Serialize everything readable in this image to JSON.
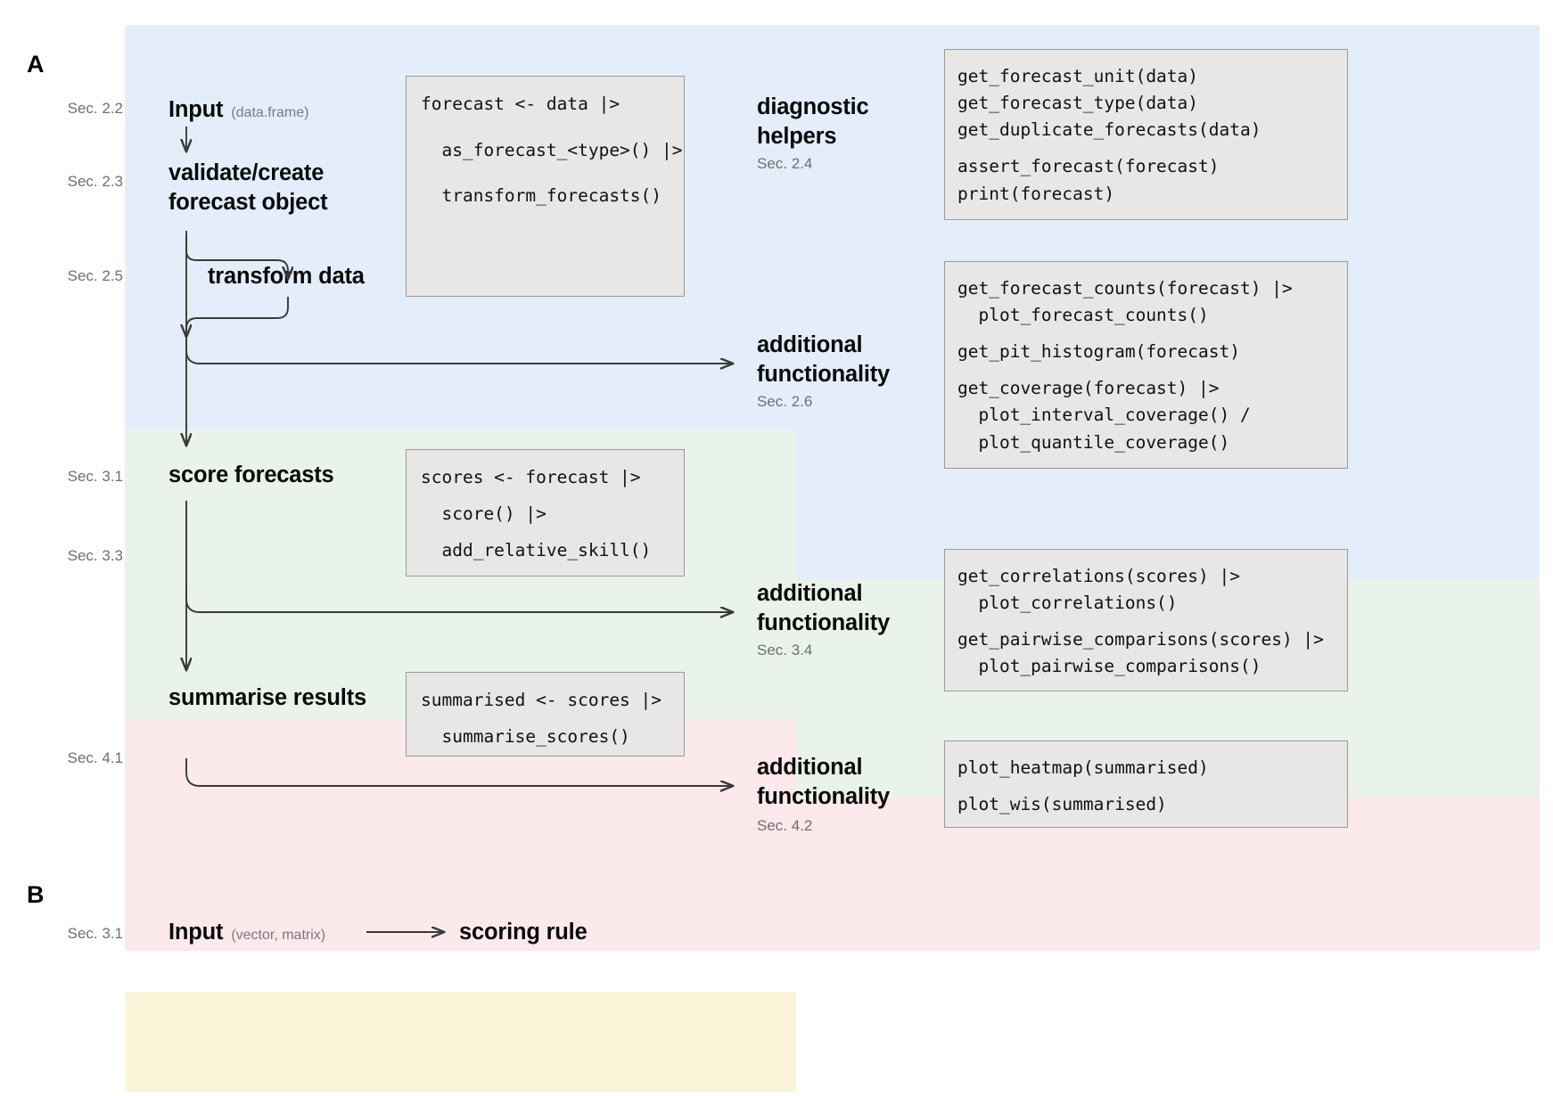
{
  "panels": {
    "a_letter": "A",
    "b_letter": "B"
  },
  "panelA": {
    "sec_labels": [
      {
        "text": "Sec. 2.2"
      },
      {
        "text": "Sec. 2.3"
      },
      {
        "text": "Sec. 2.5"
      },
      {
        "text": "Sec. 3.1"
      },
      {
        "text": "Sec. 3.3"
      },
      {
        "text": "Sec. 4.1"
      }
    ],
    "stages": {
      "input": {
        "label": "Input",
        "sub": "(data.frame)"
      },
      "validate": {
        "line1": "validate/create",
        "line2": "forecast object"
      },
      "transform": {
        "label": "transform data"
      },
      "score": {
        "label": "score forecasts"
      },
      "summarise": {
        "label": "summarise results"
      }
    },
    "side_headings": {
      "diagnostic": {
        "line1": "diagnostic",
        "line2": "helpers",
        "sec": "Sec. 2.4"
      },
      "additional_26": {
        "line1": "additional",
        "line2": "functionality",
        "sec": "Sec. 2.6"
      },
      "additional_34": {
        "line1": "additional",
        "line2": "functionality",
        "sec": "Sec. 3.4"
      },
      "additional_42": {
        "line1": "additional",
        "line2": "functionality",
        "sec": "Sec. 4.2"
      }
    },
    "code_blocks": {
      "pipeline_main": [
        "forecast <- data |>",
        "",
        "",
        "  as_forecast_<type>() |>",
        "",
        "",
        "  transform_forecasts()"
      ],
      "diagnostics": [
        "get_forecast_unit(data)",
        "get_forecast_type(data)",
        "get_duplicate_forecasts(data)",
        "",
        "assert_forecast(forecast)",
        "print(forecast)"
      ],
      "additional_26": [
        "get_forecast_counts(forecast) |>",
        "  plot_forecast_counts()",
        "",
        "get_pit_histogram(forecast)",
        "",
        "get_coverage(forecast) |>",
        "  plot_interval_coverage() /",
        "  plot_quantile_coverage()"
      ],
      "scoring": [
        "scores <- forecast |>",
        "",
        "  score() |>",
        "",
        "  add_relative_skill()"
      ],
      "additional_34": [
        "get_correlations(scores) |>",
        "  plot_correlations()",
        "",
        "get_pairwise_comparisons(scores) |>",
        "  plot_pairwise_comparisons()"
      ],
      "summarising": [
        "summarised <- scores |>",
        "",
        "  summarise_scores()"
      ],
      "additional_42": [
        "plot_heatmap(summarised)",
        "",
        "plot_wis(summarised)"
      ]
    }
  },
  "panelB": {
    "sec_label": "Sec. 3.1",
    "input": {
      "label": "Input",
      "sub": "(vector, matrix)"
    },
    "target": {
      "label": "scoring rule"
    }
  },
  "colors": {
    "band_blue": "#e4eefb",
    "band_green": "#e9f3ea",
    "band_pink": "#fbe9ec",
    "band_yellow": "#fbf4d9",
    "code_bg": "#e8e7e5",
    "code_border": "#9a9a9a",
    "text": "#0a0a0a",
    "muted": "#6f6f6f",
    "connector": "#3a3a3a"
  }
}
